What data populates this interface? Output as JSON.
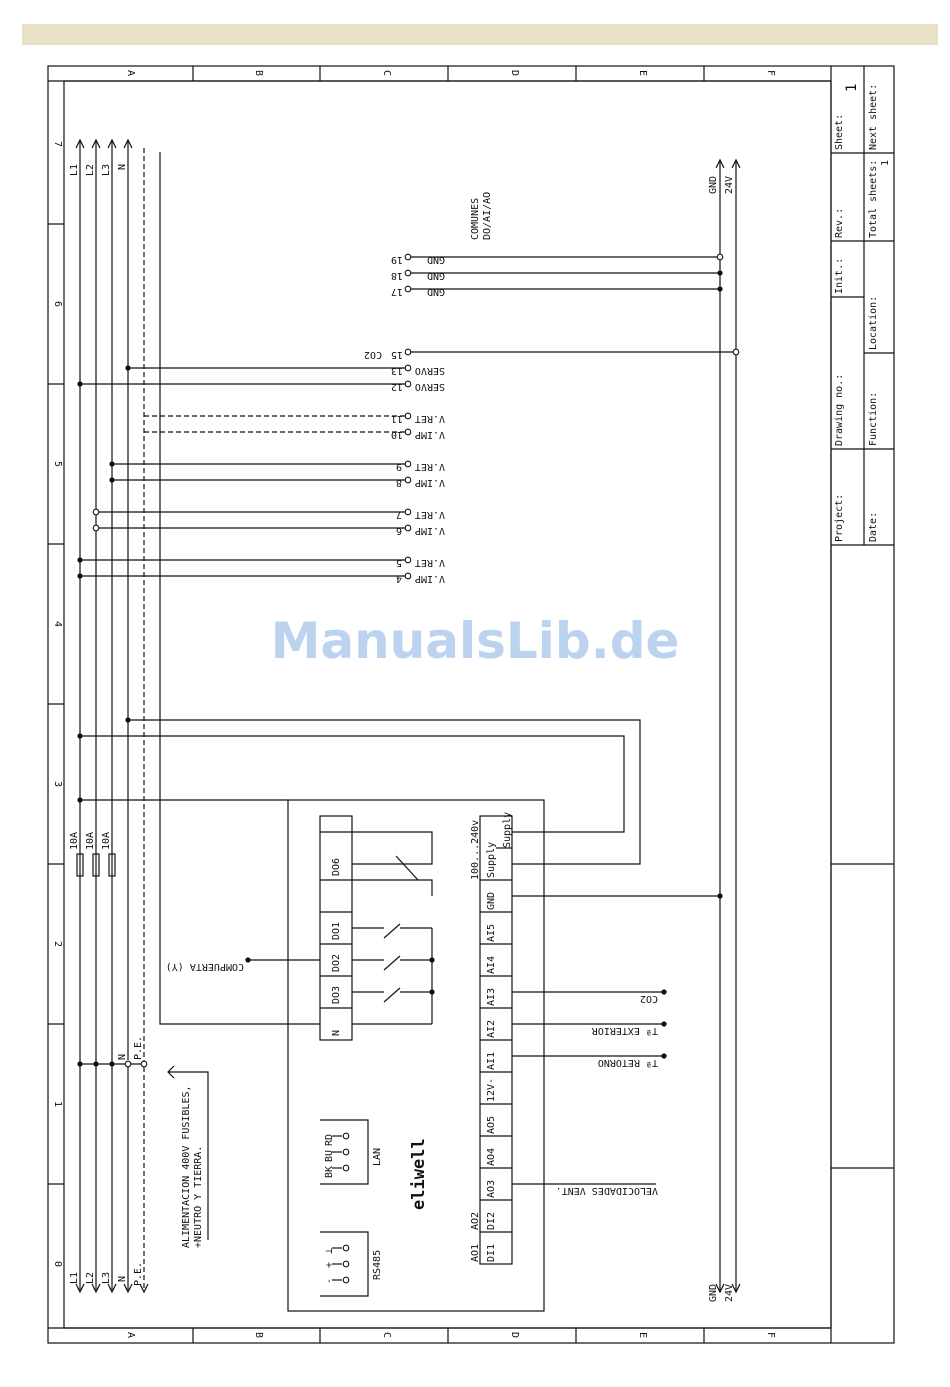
{
  "watermark": "ManualsLib.de",
  "colors": {
    "banner": "#e8e1c6",
    "line": "#111111",
    "watermark": "#bcd3ef"
  },
  "border": {
    "columns": [
      "A",
      "B",
      "C",
      "D",
      "E",
      "F"
    ],
    "rows": [
      "0",
      "1",
      "2",
      "3",
      "4",
      "5",
      "6",
      "7"
    ]
  },
  "title_block": {
    "sheet_label": "Sheet:",
    "sheet_value": "1",
    "next_sheet_label": "Next sheet:",
    "rev_label": "Rev.:",
    "total_sheets_label": "Total sheets:",
    "total_sheets_value": "1",
    "init_label": "Init.:",
    "location_label": "Location:",
    "drawing_no_label": "Drawing no.:",
    "function_label": "Function:",
    "project_label": "Project:",
    "date_label": "Date:"
  },
  "bus": {
    "top_labels": [
      "L1",
      "L2",
      "L3",
      "N"
    ],
    "bottom_labels": [
      "L1",
      "L2",
      "L3",
      "N",
      "P.E."
    ],
    "fuses": [
      "10A",
      "10A",
      "10A"
    ],
    "bottom_taps": [
      "N",
      "P.E."
    ]
  },
  "supply_note": [
    "ALIMENTACION 400V FUSIBLES,",
    "+NEUTRO Y TIERRA."
  ],
  "right_rail": {
    "top": [
      "GND",
      "24V"
    ],
    "bottom": [
      "GND",
      "24V"
    ]
  },
  "comunes_label": [
    "COMUNES",
    "DO/AI/AO"
  ],
  "terminals": [
    {
      "num": "19",
      "label": "GND"
    },
    {
      "num": "18",
      "label": "GND"
    },
    {
      "num": "17",
      "label": "GND"
    },
    {
      "num": "15",
      "label": "CO2"
    },
    {
      "num": "13",
      "label": "SERVO"
    },
    {
      "num": "12",
      "label": "SERVO"
    },
    {
      "num": "11",
      "label": "V.RET"
    },
    {
      "num": "10",
      "label": "V.IMP"
    },
    {
      "num": "9",
      "label": "V.RET"
    },
    {
      "num": "8",
      "label": "V.IMP"
    },
    {
      "num": "7",
      "label": "V.RET"
    },
    {
      "num": "6",
      "label": "V.IMP"
    },
    {
      "num": "5",
      "label": "V.RET"
    },
    {
      "num": "4",
      "label": "V.IMP"
    }
  ],
  "controller": {
    "brand": "eliwell",
    "left_outputs": [
      "DO6",
      "DO1",
      "DO2",
      "DO3",
      "N"
    ],
    "right_pins": [
      "Supply",
      "Supply",
      "GND",
      "AI5",
      "AI4",
      "AI3",
      "AI2",
      "AI1",
      "12V-",
      "AO5",
      "AO4",
      "AO3",
      "DI2",
      "DI1"
    ],
    "supply_range": "100...240v",
    "ao_labels": [
      "AO2",
      "AO1"
    ],
    "lan_label": "LAN",
    "lan_pins": [
      "RD",
      "BU",
      "BK"
    ],
    "rs485_label": "RS485",
    "rs485_pins": [
      "⊥",
      "+",
      "-"
    ]
  },
  "signals": {
    "compuerta": "COMPUERTA (Y)",
    "co2": "CO2",
    "t_exterior": "Tª EXTERIOR",
    "t_retorno": "Tª RETORNO",
    "velocidades": "VELOCIDADES VENT."
  }
}
